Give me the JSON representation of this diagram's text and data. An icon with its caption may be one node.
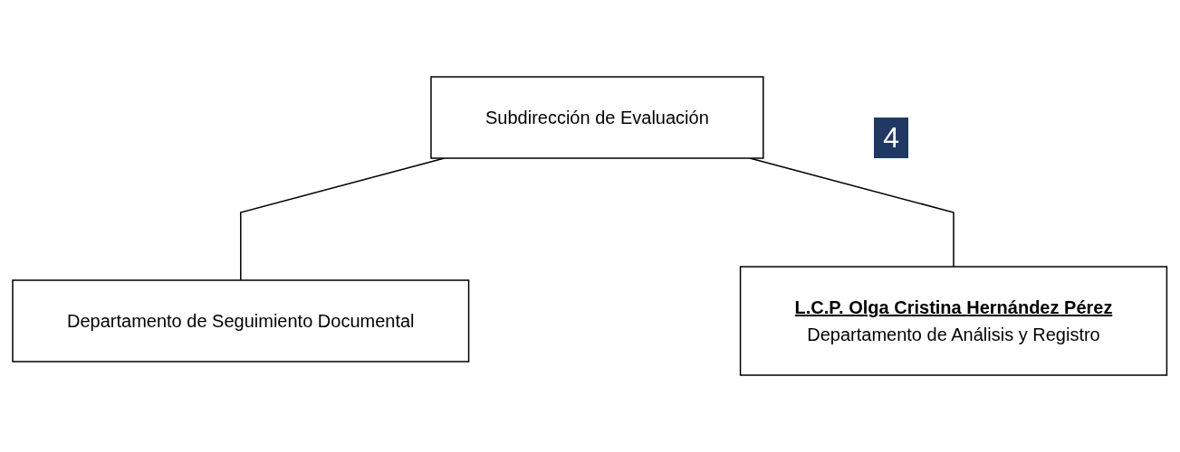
{
  "diagram": {
    "nodes": [
      {
        "text": [
          "Subdirección de Evaluación"
        ]
      },
      {
        "text": [
          "Departamento de Seguimiento Documental"
        ]
      },
      {
        "text": [
          "L.C.P. Olga Cristina Hernández Pérez",
          "Departamento de Análisis y Registro"
        ]
      }
    ],
    "edges": [
      {
        "from": 0,
        "to": 1,
        "arrow": "none"
      },
      {
        "from": 0,
        "to": 2,
        "arrow": "none"
      }
    ],
    "labels": [
      "4"
    ]
  }
}
